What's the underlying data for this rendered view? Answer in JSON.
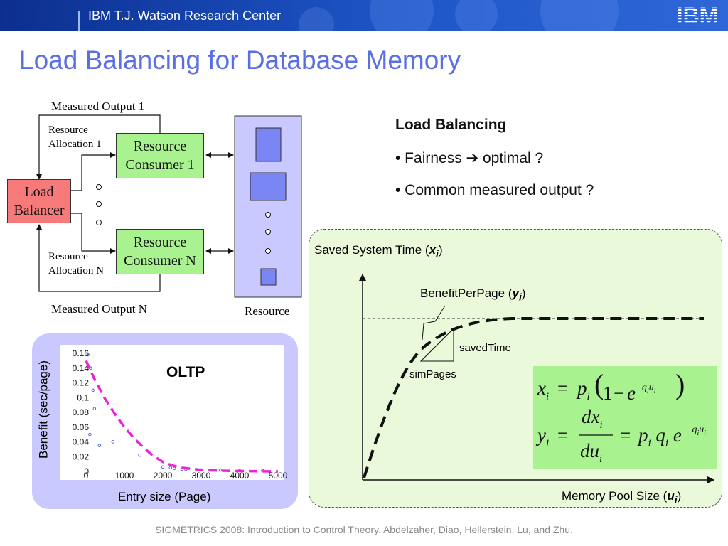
{
  "header": {
    "title": "IBM T.J. Watson Research Center",
    "logo": "IBM",
    "bg_color": "#1b49b8"
  },
  "slide_title": "Load Balancing for Database Memory",
  "diagram": {
    "measured_output_1": "Measured Output 1",
    "measured_output_n": "Measured Output N",
    "alloc_1": "Resource Allocation 1",
    "alloc_n": "Resource Allocation N",
    "load_balancer": "Load Balancer",
    "consumer_1": "Resource Consumer 1",
    "consumer_n": "Resource Consumer N",
    "resource": "Resource",
    "colors": {
      "load_balancer": "#f77a7a",
      "consumer": "#a8f290",
      "resource": "#c9c9ff",
      "block": "#7b86f5"
    }
  },
  "bullets": {
    "heading": "Load Balancing",
    "items": [
      "• Fairness ➔ optimal ?",
      "• Common measured output ?"
    ]
  },
  "chart_data": {
    "type": "scatter",
    "title": "OLTP",
    "xlabel": "Entry size (Page)",
    "ylabel": "Benefit (sec/page)",
    "xlim": [
      0,
      5000
    ],
    "ylim": [
      0,
      0.16
    ],
    "x_ticks": [
      "0",
      "1000",
      "2000",
      "3000",
      "4000",
      "5000"
    ],
    "y_ticks": [
      "0",
      "0.02",
      "0.04",
      "0.06",
      "0.08",
      "0.1",
      "0.12",
      "0.14",
      "0.16"
    ],
    "series": [
      {
        "kind": "scatter",
        "color": "#3344ee",
        "points": [
          [
            50,
            0.158
          ],
          [
            120,
            0.14
          ],
          [
            180,
            0.11
          ],
          [
            220,
            0.085
          ],
          [
            100,
            0.05
          ],
          [
            350,
            0.035
          ],
          [
            700,
            0.04
          ],
          [
            1400,
            0.022
          ],
          [
            2000,
            0.006
          ],
          [
            2200,
            0.005
          ],
          [
            2300,
            0.004
          ],
          [
            2500,
            0.003
          ],
          [
            2600,
            0.003
          ],
          [
            3000,
            0.002
          ],
          [
            3500,
            0.002
          ],
          [
            4000,
            0.001
          ],
          [
            4600,
            0.001
          ]
        ]
      },
      {
        "kind": "fit-line",
        "color": "#ee22dd",
        "points": [
          [
            0,
            0.15
          ],
          [
            250,
            0.122
          ],
          [
            500,
            0.098
          ],
          [
            750,
            0.078
          ],
          [
            1000,
            0.06
          ],
          [
            1250,
            0.045
          ],
          [
            1500,
            0.032
          ],
          [
            1750,
            0.021
          ],
          [
            2000,
            0.013
          ],
          [
            2250,
            0.008
          ],
          [
            2500,
            0.005
          ],
          [
            3000,
            0.002
          ],
          [
            3500,
            0.001
          ],
          [
            4000,
            0.0005
          ],
          [
            4500,
            0.0002
          ],
          [
            5000,
            0.0
          ]
        ]
      }
    ]
  },
  "curve_panel": {
    "y_axis_label": "Saved System Time (",
    "y_var": "x",
    "x_axis_label": "Memory Pool Size (",
    "x_var": "u",
    "sub_i": "i",
    "close_paren": ")",
    "benefit_label": "BenefitPerPage (",
    "benefit_var": "y",
    "saved_time": "savedTime",
    "sim_pages": "simPages"
  },
  "equations": {
    "x": "x",
    "y": "y",
    "p": "p",
    "q": "q",
    "u": "u",
    "i": "i",
    "e": "e",
    "d": "d",
    "eq": "=",
    "one": "1",
    "minus": "−",
    "lparen": "(",
    "rparen": ")"
  },
  "footer": "SIGMETRICS 2008: Introduction to Control Theory. Abdelzaher, Diao, Hellerstein, Lu, and Zhu."
}
